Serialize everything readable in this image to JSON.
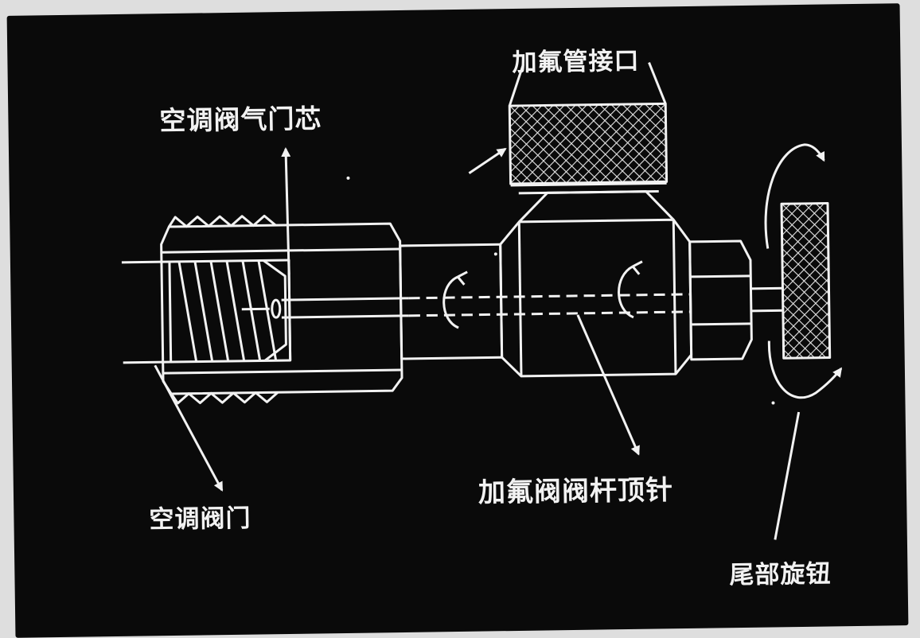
{
  "diagram": {
    "labels": {
      "valve_core": "空调阀气门芯",
      "charging_port": "加氟管接口",
      "ac_valve": "空调阀门",
      "valve_stem_pin": "加氟阀阀杆顶针",
      "tail_knob": "尾部旋钮"
    },
    "colors": {
      "background": "#0a0a0a",
      "line": "#f2f2f2",
      "frame": "#dedede"
    }
  }
}
